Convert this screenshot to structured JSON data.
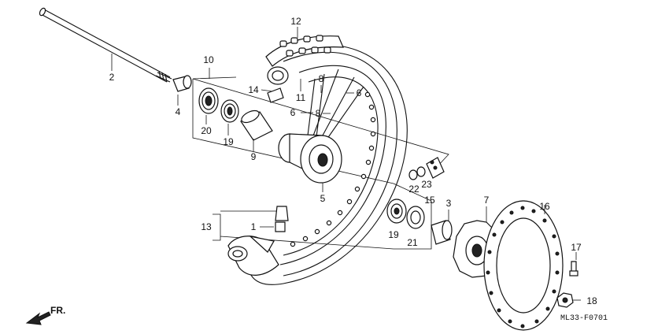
{
  "callouts": [
    {
      "id": "c1",
      "label": "1"
    },
    {
      "id": "c2",
      "label": "2"
    },
    {
      "id": "c3",
      "label": "3"
    },
    {
      "id": "c4",
      "label": "4"
    },
    {
      "id": "c5",
      "label": "5"
    },
    {
      "id": "c6a",
      "label": "6"
    },
    {
      "id": "c6b",
      "label": "6"
    },
    {
      "id": "c7",
      "label": "7"
    },
    {
      "id": "c8a",
      "label": "8"
    },
    {
      "id": "c8b",
      "label": "8"
    },
    {
      "id": "c9",
      "label": "9"
    },
    {
      "id": "c10",
      "label": "10"
    },
    {
      "id": "c11",
      "label": "11"
    },
    {
      "id": "c12",
      "label": "12"
    },
    {
      "id": "c13",
      "label": "13"
    },
    {
      "id": "c14",
      "label": "14"
    },
    {
      "id": "c15",
      "label": "15"
    },
    {
      "id": "c16",
      "label": "16"
    },
    {
      "id": "c17",
      "label": "17"
    },
    {
      "id": "c18",
      "label": "18"
    },
    {
      "id": "c19a",
      "label": "19"
    },
    {
      "id": "c19b",
      "label": "19"
    },
    {
      "id": "c20",
      "label": "20"
    },
    {
      "id": "c21",
      "label": "21"
    },
    {
      "id": "c22",
      "label": "22"
    },
    {
      "id": "c23",
      "label": "23"
    }
  ],
  "direction_label": "FR.",
  "diagram_code": "ML33-F0701"
}
